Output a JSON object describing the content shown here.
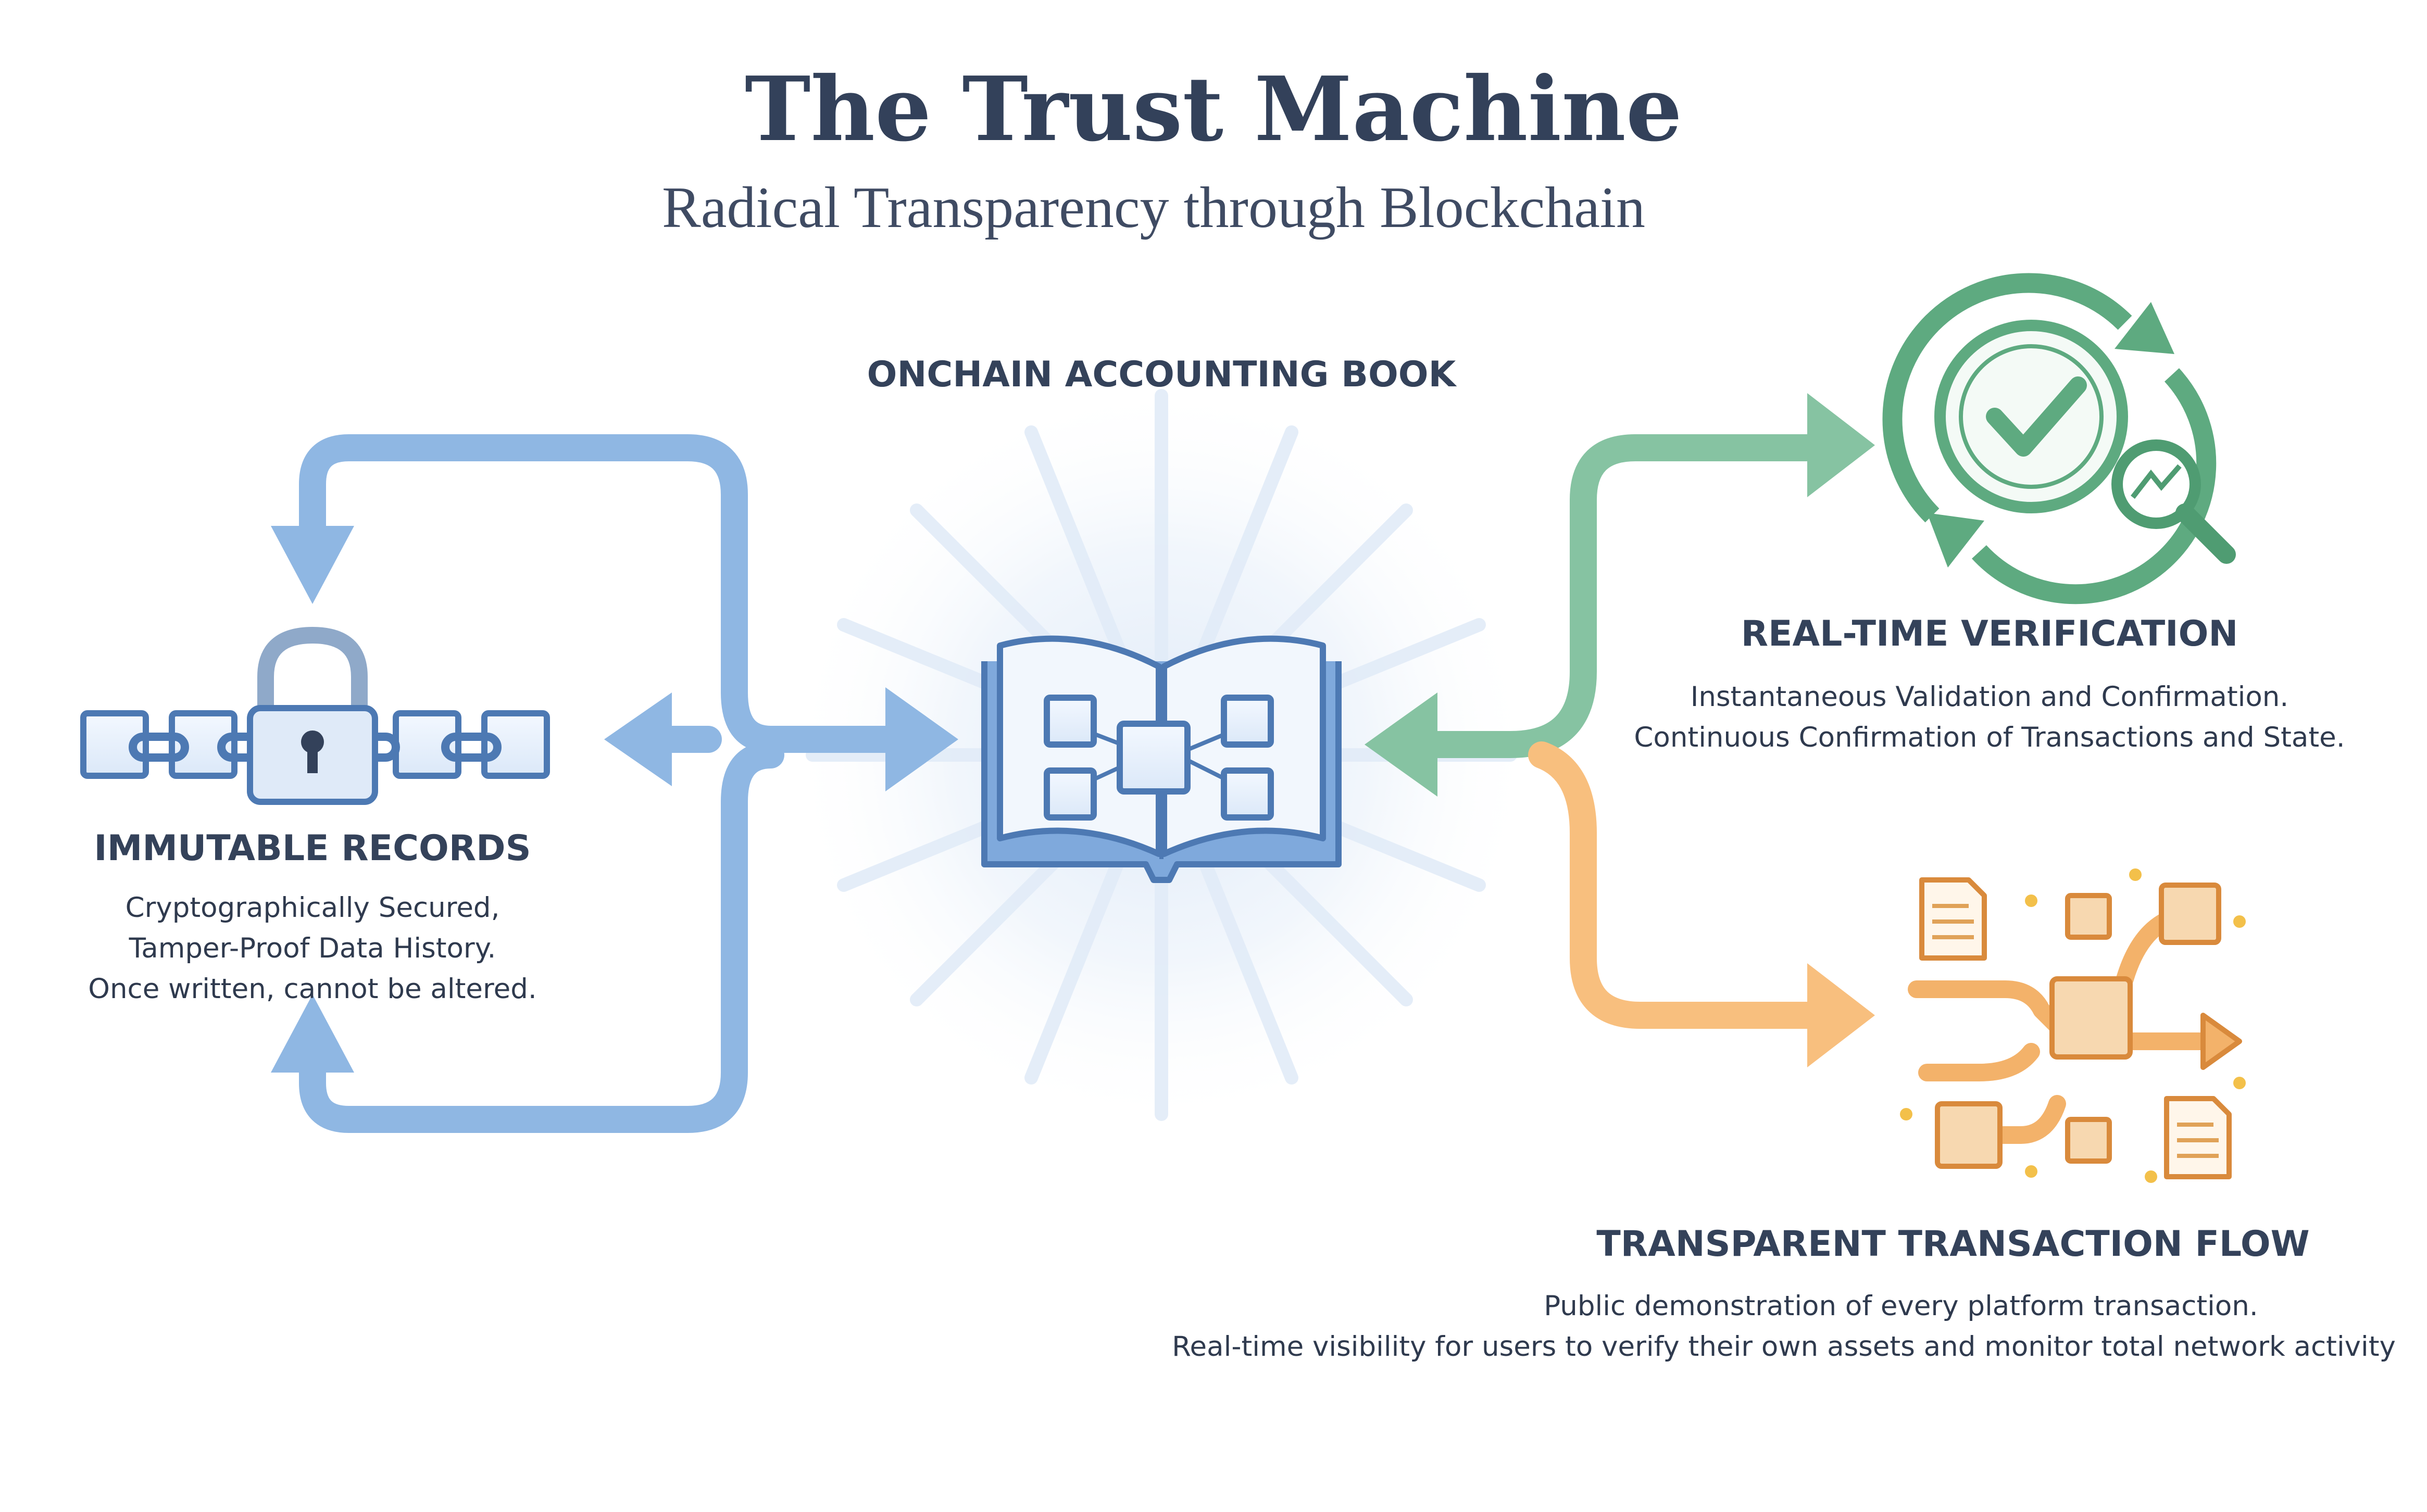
{
  "header": {
    "title": "The Trust Machine",
    "subtitle": "Radical Transparency through Blockchain"
  },
  "center": {
    "label": "ONCHAIN ACCOUNTING BOOK"
  },
  "immutable": {
    "heading": "IMMUTABLE RECORDS",
    "lines": [
      "Cryptographically Secured,",
      "Tamper-Proof Data History.",
      "Once written, cannot be altered."
    ]
  },
  "verification": {
    "heading": "REAL-TIME VERIFICATION",
    "lines": [
      "Instantaneous Validation and Confirmation.",
      "Continuous Confirmation of Transactions and State."
    ]
  },
  "flow": {
    "heading": "TRANSPARENT TRANSACTION FLOW",
    "lines": [
      "Public demonstration of every platform transaction.",
      "Real-time visibility for users to verify their own assets and monitor total network activity"
    ]
  },
  "colors": {
    "blue": "#8fb7e3",
    "green": "#86c3a2",
    "orange": "#f8bf7e",
    "navy": "#34425a"
  },
  "icons": {
    "book": "ledger-book-icon",
    "lock": "padlock-chain-icon",
    "clock": "clock-check-icon",
    "network": "transaction-network-icon"
  }
}
